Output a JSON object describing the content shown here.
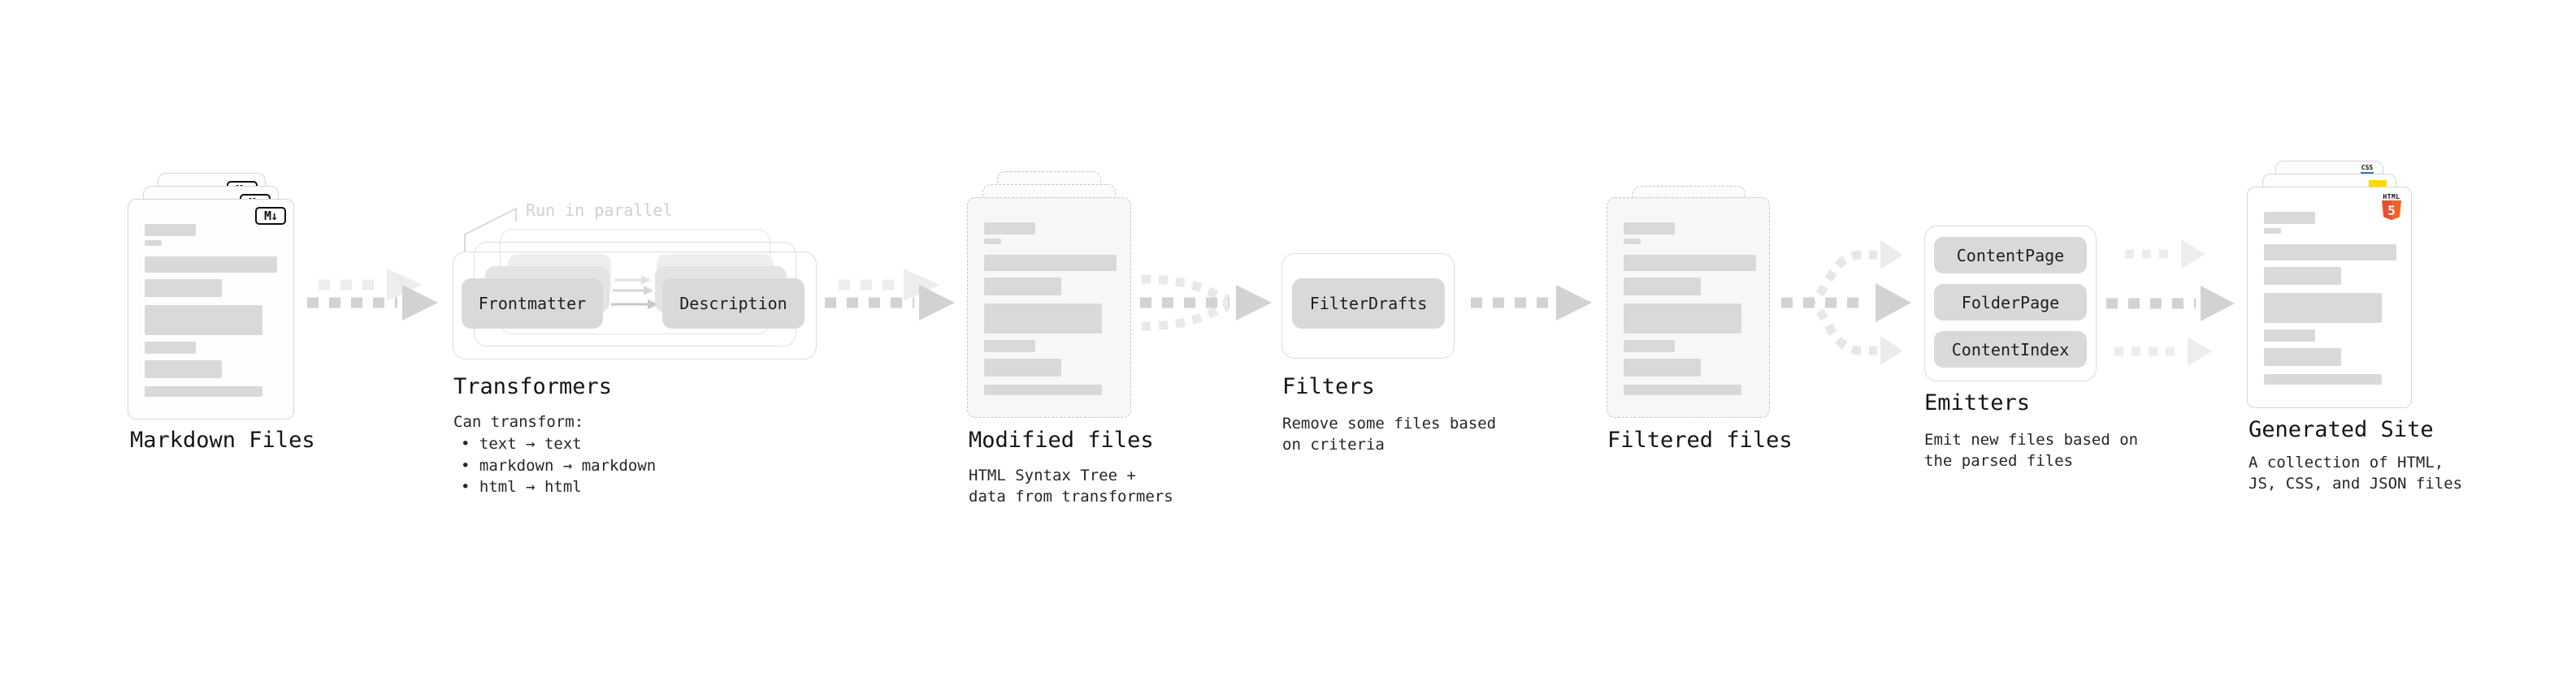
{
  "nodes": {
    "markdown_files": {
      "label": "Markdown Files",
      "badge": "M↓"
    },
    "transformers": {
      "heading": "Transformers",
      "parallel_note": "Run in parallel",
      "step_left": "Frontmatter",
      "step_right": "Description",
      "caption_title": "Can transform:",
      "bullets": [
        "• text → text",
        "• markdown → markdown",
        "• html → html"
      ]
    },
    "modified_files": {
      "label": "Modified files",
      "caption": "HTML Syntax Tree +\ndata from transformers"
    },
    "filters": {
      "heading": "Filters",
      "pill": "FilterDrafts",
      "caption": "Remove some files based\non criteria"
    },
    "filtered_files": {
      "label": "Filtered files"
    },
    "emitters": {
      "heading": "Emitters",
      "pills": [
        "ContentPage",
        "FolderPage",
        "ContentIndex"
      ],
      "caption": "Emit new files based on\nthe parsed files"
    },
    "generated_site": {
      "label": "Generated Site",
      "caption": "A collection of HTML,\nJS, CSS, and JSON files",
      "badges": {
        "css_label": "CSS",
        "html_label": "HTML",
        "html_number": "5"
      }
    }
  },
  "colors": {
    "arrow": "#d2d2d2",
    "arrow_light": "#ededed",
    "css_accent": "#2f6fe0",
    "js_accent": "#ffd902",
    "html_accent": "#e8502e"
  }
}
